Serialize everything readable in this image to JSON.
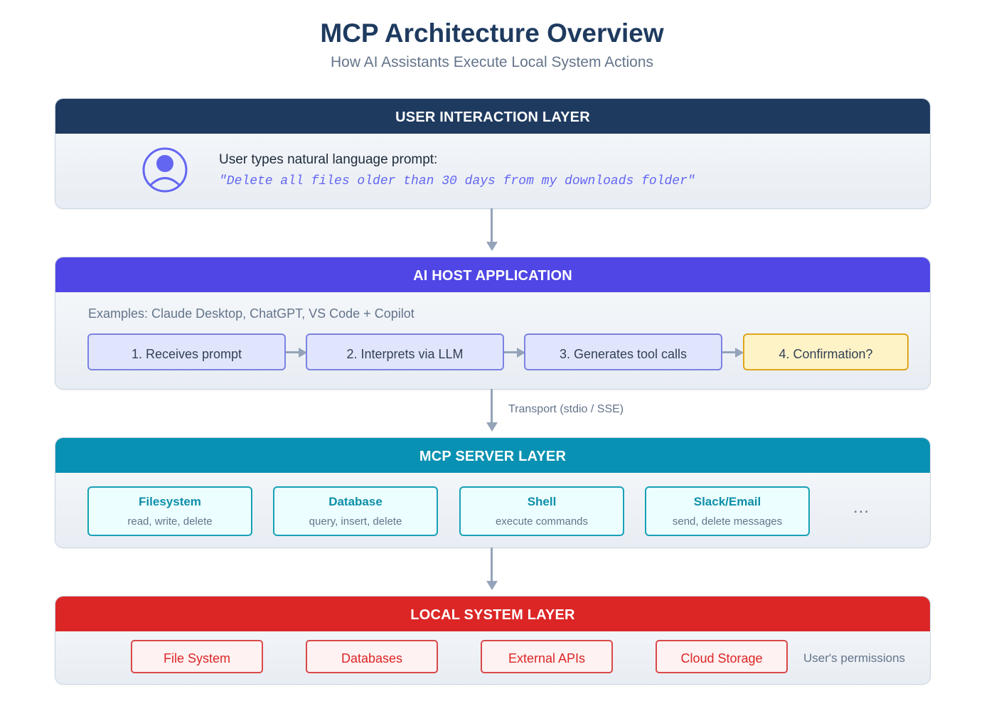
{
  "header": {
    "title": "MCP Architecture Overview",
    "subtitle": "How AI Assistants Execute Local System Actions"
  },
  "user_layer": {
    "title": "USER INTERACTION LAYER",
    "color": "#1e3a5f",
    "icon": "user-avatar-icon",
    "prompt_label": "User types natural language prompt:",
    "prompt_text": "\"Delete all files older than 30 days from my downloads folder\""
  },
  "host_layer": {
    "title": "AI HOST APPLICATION",
    "color": "#4f46e5",
    "examples": "Examples: Claude Desktop, ChatGPT, VS Code + Copilot",
    "steps": [
      "1. Receives prompt",
      "2. Interprets via LLM",
      "3. Generates tool calls",
      "4. Confirmation?"
    ]
  },
  "transport_label": "Transport (stdio / SSE)",
  "server_layer": {
    "title": "MCP SERVER LAYER",
    "color": "#0891b2",
    "servers": [
      {
        "name": "Filesystem",
        "desc": "read, write, delete"
      },
      {
        "name": "Database",
        "desc": "query, insert, delete"
      },
      {
        "name": "Shell",
        "desc": "execute commands"
      },
      {
        "name": "Slack/Email",
        "desc": "send, delete messages"
      }
    ],
    "more": "..."
  },
  "system_layer": {
    "title": "LOCAL SYSTEM LAYER",
    "color": "#dc2626",
    "resources": [
      "File System",
      "Databases",
      "External APIs",
      "Cloud Storage"
    ],
    "permissions_note": "User's permissions"
  }
}
